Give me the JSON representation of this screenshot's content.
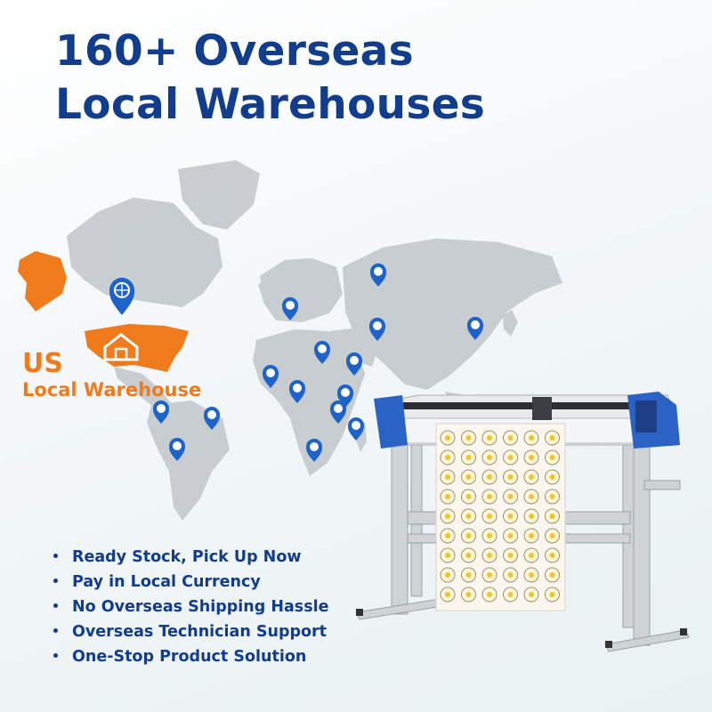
{
  "headline": {
    "line1": "160+ Overseas",
    "line2": "Local Warehouses"
  },
  "us_label": {
    "line1": "US",
    "line2": "Local Warehouse"
  },
  "bullets": [
    "Ready Stock, Pick Up Now",
    "Pay in Local Currency",
    "No Overseas Shipping Hassle",
    "Overseas Technician Support",
    "One-Stop Product Solution"
  ],
  "colors": {
    "navy": "#123c8c",
    "accent_orange": "#f07b1d",
    "pin_blue": "#1e63c9",
    "map_gray": "#c4c9cd",
    "machine_blue": "#2a63c5"
  },
  "icons": [
    "location-pin-icon",
    "globe-icon",
    "warehouse-icon",
    "bullet-dot-icon"
  ]
}
